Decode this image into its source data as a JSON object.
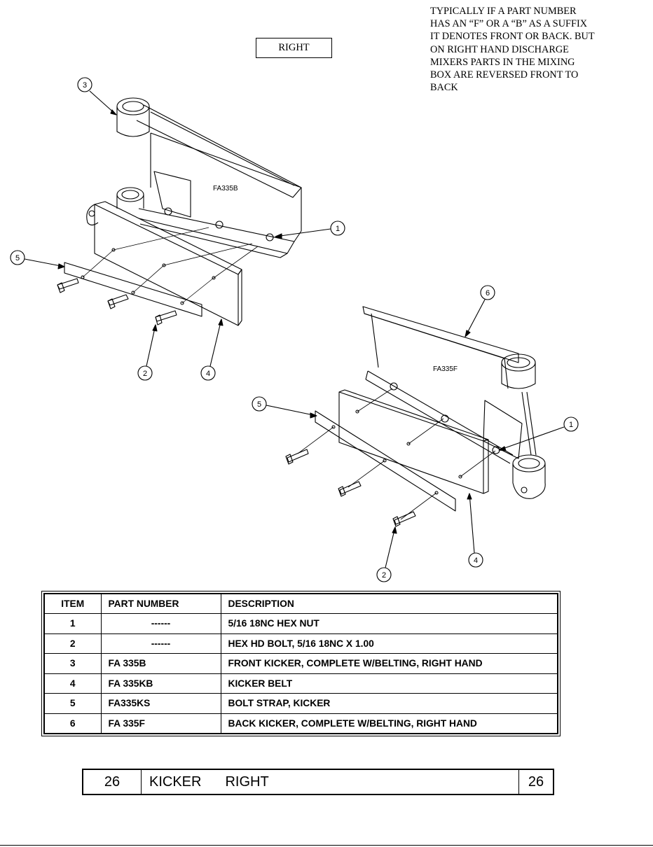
{
  "note_lines": [
    "TYPICALLY IF A PART NUMBER",
    "HAS AN “F” OR A “B” AS A SUFFIX",
    "IT DENOTES FRONT OR BACK. BUT",
    "ON RIGHT HAND DISCHARGE",
    "MIXERS PARTS IN THE MIXING",
    "BOX ARE REVERSED FRONT TO",
    "BACK"
  ],
  "view_label": "RIGHT",
  "drawing": {
    "upper_part_label": "FA335B",
    "lower_part_label": "FA335F",
    "balloons": {
      "top": [
        "3",
        "1",
        "5",
        "2",
        "4"
      ],
      "bottom": [
        "6",
        "5",
        "1",
        "2",
        "4"
      ]
    }
  },
  "table": {
    "headers": [
      "ITEM",
      "PART NUMBER",
      "DESCRIPTION"
    ],
    "rows": [
      [
        "1",
        "------",
        "5/16 18NC HEX NUT"
      ],
      [
        "2",
        "------",
        "HEX HD BOLT, 5/16 18NC X 1.00"
      ],
      [
        "3",
        "FA 335B",
        "FRONT KICKER, COMPLETE W/BELTING, RIGHT HAND"
      ],
      [
        "4",
        "FA 335KB",
        "KICKER BELT"
      ],
      [
        "5",
        "FA335KS",
        "BOLT STRAP, KICKER"
      ],
      [
        "6",
        "FA 335F",
        "BACK KICKER, COMPLETE W/BELTING, RIGHT HAND"
      ]
    ]
  },
  "footer": {
    "page_left": "26",
    "title_1": "KICKER",
    "title_2": "RIGHT",
    "page_right": "26"
  }
}
